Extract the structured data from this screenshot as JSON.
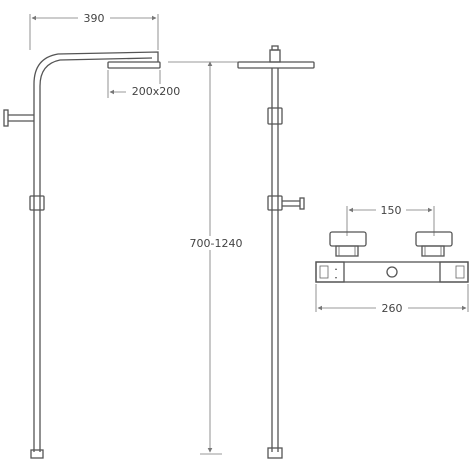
{
  "diagram": {
    "dimensions": {
      "arm_length": "390",
      "head_size": "200x200",
      "height_range": "700-1240",
      "valve_spacing": "150",
      "valve_width": "260"
    },
    "colors": {
      "line": "#555555",
      "dimension_line": "#777777",
      "background": "#ffffff"
    }
  }
}
